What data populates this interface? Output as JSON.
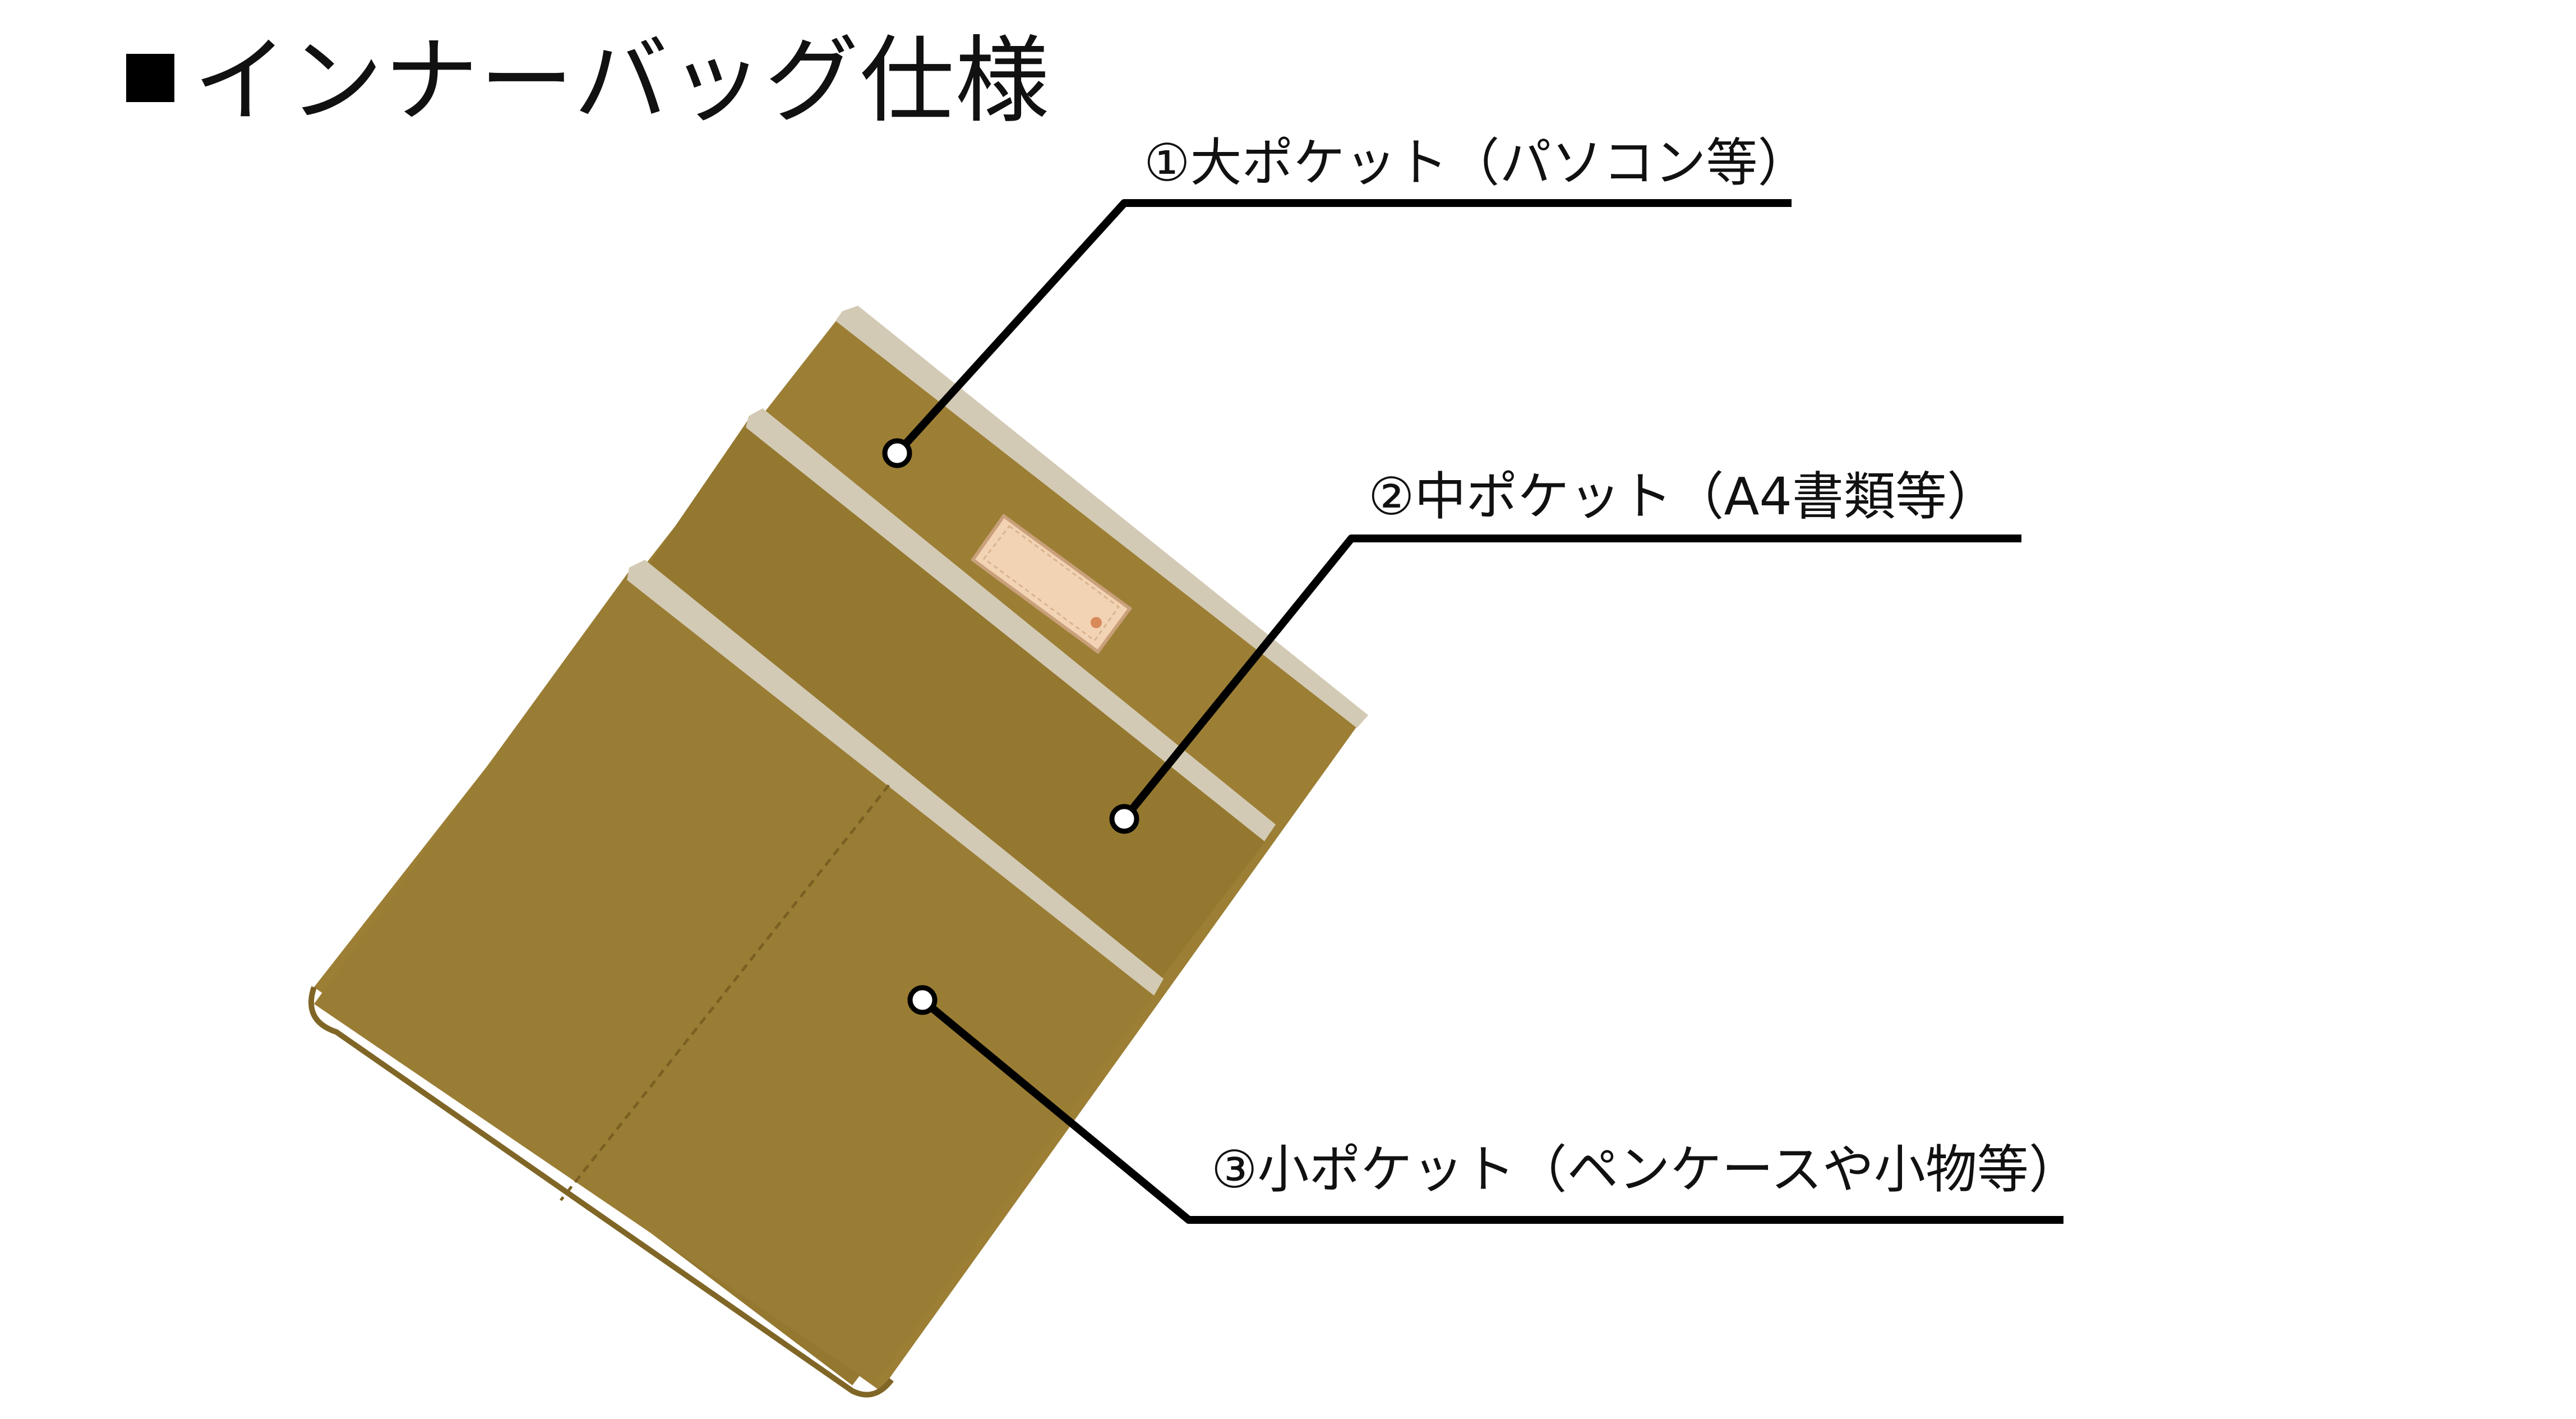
{
  "title": "■インナーバッグ仕様",
  "title_text": "インナーバッグ仕様",
  "labels": {
    "pocket_large": "①大ポケット（パソコン等）",
    "pocket_medium": "②中ポケット（A4書類等）",
    "pocket_small": "③小ポケット（ペンケースや小物等）"
  },
  "colors": {
    "bag_body": "#9c7f35",
    "bag_shadow": "#806626",
    "binding_tape": "#d3cab5",
    "leader_line": "#000000",
    "leather_tag": "#f2d3b4"
  }
}
